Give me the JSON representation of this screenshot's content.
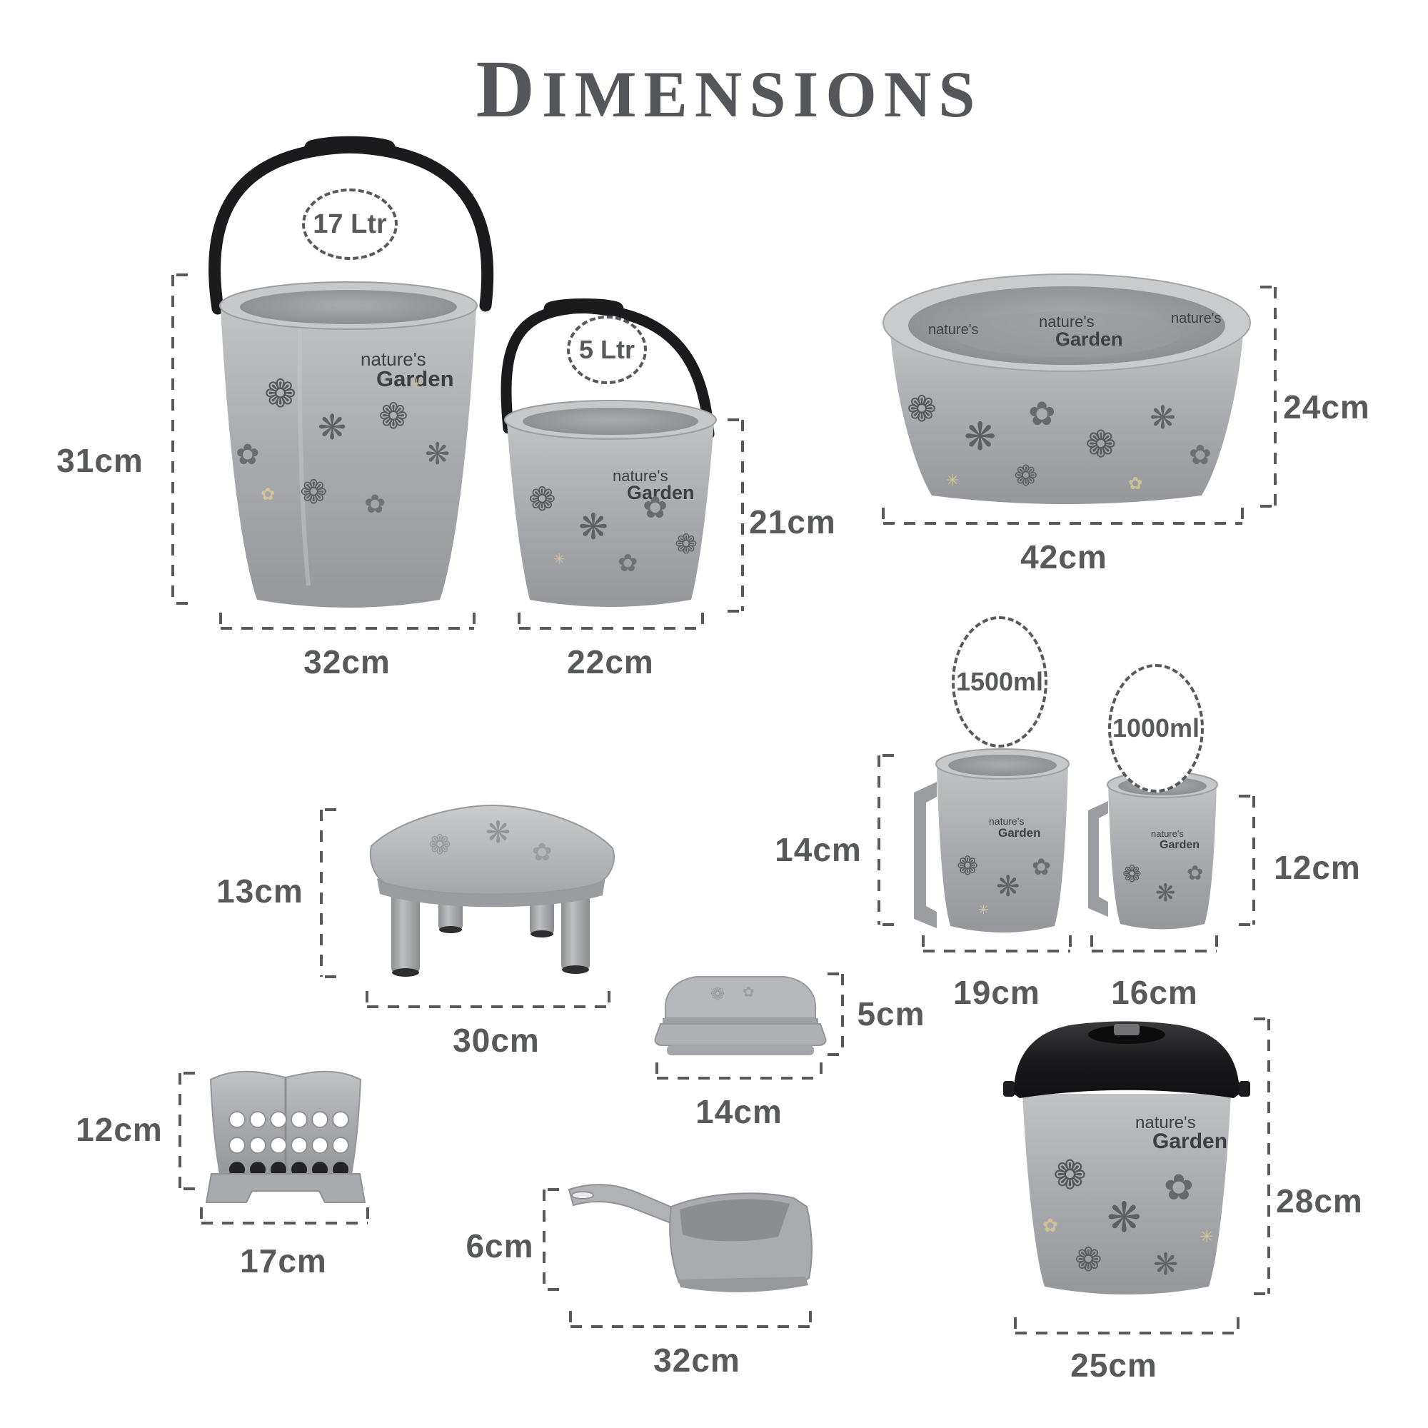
{
  "title": "DIMENSIONS",
  "brand": {
    "line1": "nature's",
    "line2": "Garden"
  },
  "icons": {
    "flower": "❁",
    "flower_alt": "✿",
    "burst": "❋",
    "sparkle": "✳"
  },
  "products": {
    "bucket_17l": {
      "capacity": "17 Ltr",
      "height": "31cm",
      "width": "32cm"
    },
    "bucket_5l": {
      "capacity": "5 Ltr",
      "height": "21cm",
      "width": "22cm"
    },
    "tub": {
      "height": "24cm",
      "width": "42cm"
    },
    "mug_1500": {
      "capacity": "1500ml",
      "height": "14cm",
      "width": "19cm"
    },
    "mug_1000": {
      "capacity": "1000ml",
      "height": "12cm",
      "width": "16cm"
    },
    "stool": {
      "height": "13cm",
      "width": "30cm"
    },
    "soap_dish": {
      "height": "5cm",
      "width": "14cm"
    },
    "holder": {
      "height": "12cm",
      "width": "17cm"
    },
    "dustpan": {
      "height": "6cm",
      "width": "32cm"
    },
    "dustbin": {
      "height": "28cm",
      "width": "25cm"
    }
  }
}
